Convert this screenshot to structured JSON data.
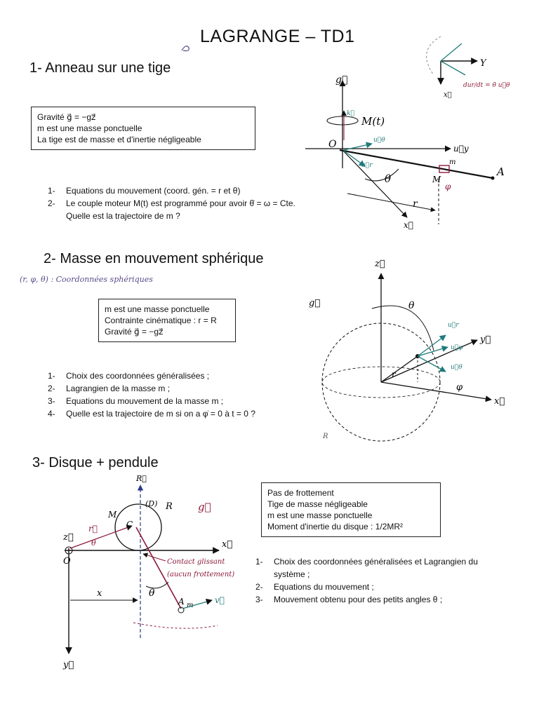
{
  "title": "LAGRANGE – TD1",
  "section1": {
    "heading": "1- Anneau sur une tige",
    "box": [
      "Gravité g⃗ = −gz⃗",
      "m est une masse ponctuelle",
      "La tige est de masse et d'inertie négligeable"
    ],
    "questions": [
      {
        "num": "1-",
        "text": "Equations du mouvement (coord. gén. = r et θ)"
      },
      {
        "num": "2-",
        "text": "Le couple moteur M(t) est programmé pour avoir θ̇ = ω = Cte."
      },
      {
        "num": "",
        "text": "Quelle est la trajectoire de m ?"
      }
    ],
    "diagram": {
      "g": "g⃗",
      "o": "O",
      "mt": "M(t)",
      "uy": "u⃗y",
      "a": "A",
      "m": "M",
      "mm": "m",
      "theta": "θ",
      "r": "r",
      "x": "x⃗",
      "ur": "u⃗r",
      "utheta": "u⃗θ",
      "phi": "φ",
      "uz": "k⃗"
    },
    "corner": {
      "y": "Y",
      "x": "x⃗",
      "dudt": "dur/dt = θ̇ u⃗θ"
    }
  },
  "section2": {
    "heading": "2- Masse en mouvement sphérique",
    "note": "(r, φ, θ) : Coordonnées sphériques",
    "box": [
      "m est une masse ponctuelle",
      "Contrainte cinématique : r = R",
      "Gravité g⃗ = −gz⃗"
    ],
    "questions": [
      {
        "num": "1-",
        "text": "Choix des coordonnées généralisées ;"
      },
      {
        "num": "2-",
        "text": "Lagrangien de la masse m ;"
      },
      {
        "num": "3-",
        "text": "Equations du mouvement de la masse m ;"
      },
      {
        "num": "4-",
        "text": "Quelle est la trajectoire de m si on a φ̇ = 0 à t = 0 ?"
      }
    ],
    "diagram": {
      "z": "z⃗",
      "g": "g⃗",
      "theta": "θ",
      "y": "y⃗",
      "x": "x⃗",
      "r": "r",
      "phi": "φ",
      "R": "R",
      "ur": "u⃗r",
      "utheta": "u⃗θ",
      "uphi": "u⃗φ"
    }
  },
  "section3": {
    "heading": "3- Disque + pendule",
    "box": [
      "Pas de frottement",
      "Tige de masse négligeable",
      "m est une masse ponctuelle",
      "Moment d'inertie du disque : 1/2MR²"
    ],
    "questions": [
      {
        "num": "1-",
        "text": "Choix des coordonnées généralisées et Lagrangien du"
      },
      {
        "num": "",
        "text": "système ;"
      },
      {
        "num": "2-",
        "text": "Equations du mouvement ;"
      },
      {
        "num": "3-",
        "text": "Mouvement obtenu pour des petits angles θ ;"
      }
    ],
    "diagram": {
      "R_vec": "R⃗",
      "D": "(D)",
      "R": "R",
      "g": "g⃗",
      "M": "M",
      "C": "C",
      "r": "r⃗",
      "theta_small": "θ",
      "z": "z⃗",
      "O": "O",
      "x_axis": "x⃗",
      "contact1": "Contact glissant",
      "contact2": "(aucun frottement)",
      "x": "x",
      "theta": "θ",
      "A": "A",
      "m": "m",
      "v": "v⃗",
      "y": "y⃗"
    }
  }
}
